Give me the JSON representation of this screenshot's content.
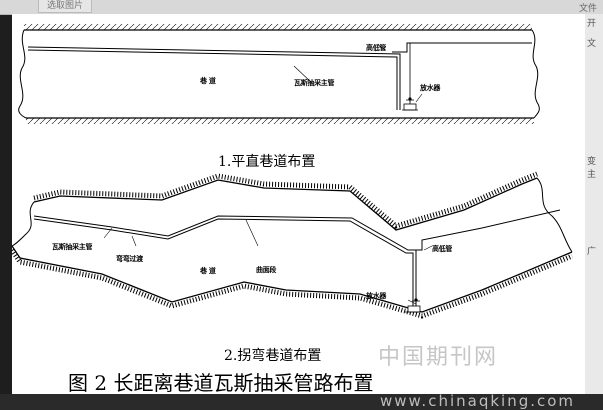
{
  "window": {
    "tab_label": "选取图片",
    "menu_label": "文件",
    "side_fragments": [
      "开",
      "文",
      "变主",
      "广"
    ]
  },
  "diagram1": {
    "subtitle": "1.平直巷道布置",
    "label_gas_pipe": "高低管",
    "label_main_pipe": "瓦斯抽采主管",
    "label_roadway": "巷 道",
    "label_drain": "放水器"
  },
  "diagram2": {
    "subtitle": "2.拐弯巷道布置",
    "label_gas_pipe": "高低管",
    "label_main_pipe": "瓦斯抽采主管",
    "label_bend": "弯弯过渡",
    "label_roadway": "巷 道",
    "label_curve": "曲面段",
    "label_drain": "放水器"
  },
  "caption": "图 2 长距离巷道瓦斯抽采管路布置",
  "watermark": {
    "cn": "中国期刊网",
    "url": "www.chinaqking.com"
  }
}
